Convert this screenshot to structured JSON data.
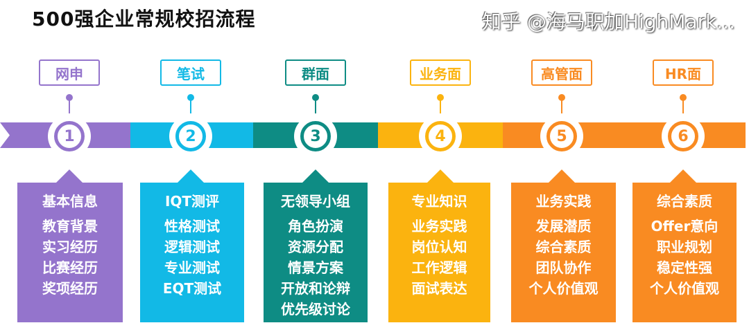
{
  "title": "500强企业常规校招流程",
  "steps": [
    {
      "label": "网申",
      "number": "1",
      "color": "#9474cc",
      "heading": "基本信息",
      "items": [
        "教育背景",
        "实习经历",
        "比赛经历",
        "奖项经历"
      ]
    },
    {
      "label": "笔试",
      "number": "2",
      "color": "#12b9e6",
      "heading": "IQT测评",
      "items": [
        "性格测试",
        "逻辑测试",
        "专业测试",
        "EQT测试"
      ]
    },
    {
      "label": "群面",
      "number": "3",
      "color": "#0e8c84",
      "heading": "无领导小组",
      "items": [
        "角色扮演",
        "资源分配",
        "情景方案",
        "开放和论辩",
        "优先级讨论"
      ]
    },
    {
      "label": "业务面",
      "number": "4",
      "color": "#fbb30f",
      "heading": "专业知识",
      "items": [
        "业务实践",
        "岗位认知",
        "工作逻辑",
        "面试表达"
      ]
    },
    {
      "label": "高管面",
      "number": "5",
      "color": "#f98b22",
      "heading": "业务实践",
      "items": [
        "发展潜质",
        "综合素质",
        "团队协作",
        "个人价值观"
      ]
    },
    {
      "label": "HR面",
      "number": "6",
      "color": "#f98b22",
      "heading": "综合素质",
      "items": [
        "Offer意向",
        "职业规划",
        "稳定性强",
        "个人价值观"
      ]
    }
  ],
  "watermark": "知乎 @海马职加HighMark..."
}
